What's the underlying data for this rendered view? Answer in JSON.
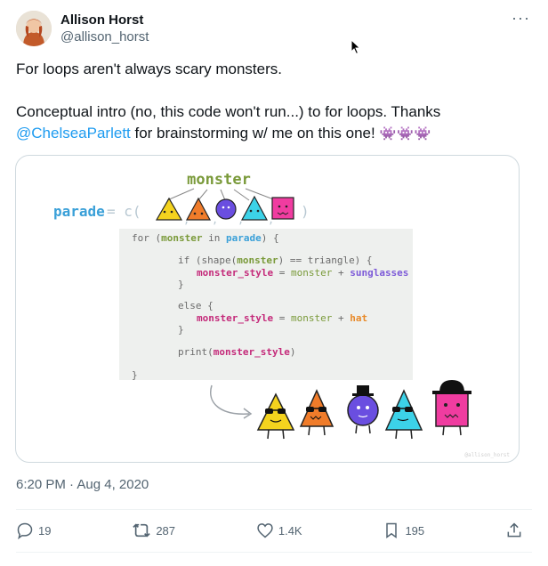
{
  "author": {
    "display_name": "Allison Horst",
    "handle": "@allison_horst"
  },
  "more_icon": "more-horizontal-icon",
  "tweet": {
    "line1": "For loops aren't always scary monsters.",
    "line2_start": "Conceptual intro (no, this code won't run...) to for loops. Thanks",
    "mention": "@ChelseaParlett",
    "line3_rest": " for brainstorming w/ me on this one! ",
    "emojis": "👾👾👾"
  },
  "media": {
    "monster_label": "monster",
    "parade_word": "parade",
    "assign_op": "= c(",
    "close_paren": ")",
    "code": {
      "for_kw": "for (",
      "for_var": "monster",
      "in_kw": " in ",
      "for_obj": "parade",
      "for_end": ") {",
      "if_prefix": "if (shape(",
      "if_var": "monster",
      "if_suffix": ") == triangle) {",
      "style_var": "monster_style",
      "eq": " = ",
      "monster_word": "monster",
      "plus": " + ",
      "sunglasses": "sunglasses",
      "close_brace": "}",
      "else_kw": "else {",
      "hat": "hat",
      "print_prefix": "print(",
      "print_var": "monster_style",
      "print_suffix": ")"
    },
    "watermark": "@allison_horst"
  },
  "timestamp": "6:20 PM · Aug 4, 2020",
  "actions": {
    "replies": "19",
    "retweets": "287",
    "likes": "1.4K",
    "bookmarks": "195"
  },
  "colors": {
    "link": "#1d9bf0",
    "muted": "#536471",
    "parade_blue": "#3aa0d8",
    "monster_green": "#7a9a3a",
    "keyword_magenta": "#c42a7a",
    "sunglasses_purple": "#7d5bd8",
    "hat_orange": "#e88a2a"
  }
}
